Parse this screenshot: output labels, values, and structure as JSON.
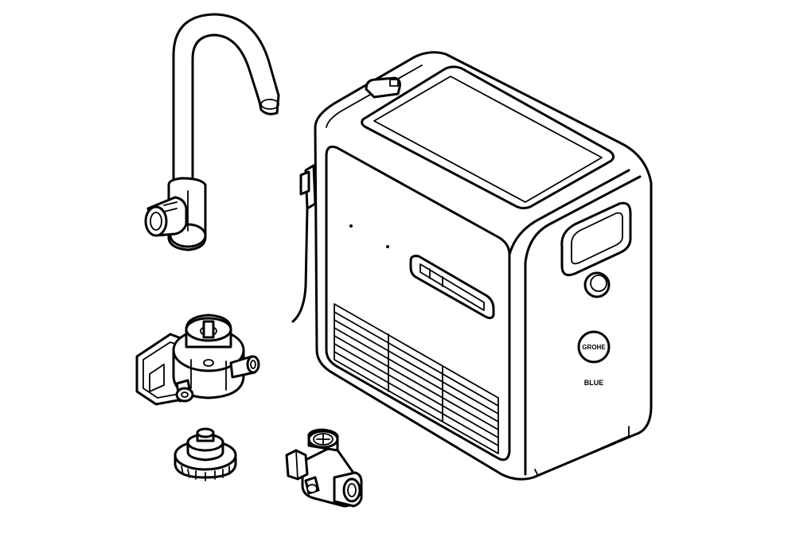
{
  "diagram": {
    "title": "",
    "logo_text": "GROHE",
    "subline_text": "BLUE"
  },
  "parts": [
    {
      "id": "faucet",
      "icon": "faucet-icon"
    },
    {
      "id": "chiller-unit",
      "icon": "chiller-icon"
    },
    {
      "id": "filter-head",
      "icon": "filter-head-icon"
    },
    {
      "id": "filter-adapter",
      "icon": "adapter-icon"
    },
    {
      "id": "angle-valve",
      "icon": "valve-icon"
    }
  ],
  "colors": {
    "stroke": "#000000",
    "fill": "#ffffff"
  }
}
